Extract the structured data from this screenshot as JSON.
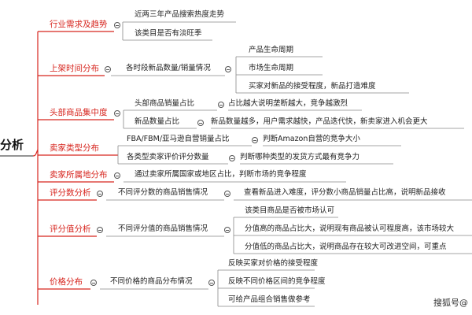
{
  "root": "分析",
  "categories": [
    {
      "key": "c1",
      "label": "行业需求及趋势",
      "leaves": [
        "近两三年产品搜索热度走势",
        "该类目是否有淡旺季"
      ]
    },
    {
      "key": "c2",
      "label": "上架时间分布",
      "sub": "各时段新品数量/销量情况",
      "leaves": [
        "产品生命周期",
        "市场生命周期",
        "买家对新品的接受程度，新品打造难度"
      ]
    },
    {
      "key": "c3",
      "label": "头部商品集中度",
      "rows": [
        {
          "item": "头部商品销量占比",
          "leaf": "占比越大说明垄断越大，竞争越激烈"
        },
        {
          "item": "新品数量占比",
          "leaf": "新品数量越多，用户需求越快，产品迭代快，新卖家进入机会更大"
        }
      ]
    },
    {
      "key": "c4",
      "label": "卖家类型分布",
      "rows": [
        {
          "item": "FBA/FBM/亚马逊自营销量占比",
          "leaf": "判断Amazon自营的竞争大小"
        },
        {
          "item": "各类型卖家评价评分数量",
          "leaf": "判断哪种类型的发货方式最有竞争力"
        }
      ]
    },
    {
      "key": "c5",
      "label": "卖家所属地分布",
      "sub": "通过卖家所属国家或地区占比，判断市场的竞争程度"
    },
    {
      "key": "c6",
      "label": "评分数分析",
      "sub": "不同评分数的商品销售情况",
      "leaves": [
        "查看新品进入难度，评分数小商品销量占比高，说明新品接收"
      ]
    },
    {
      "key": "c7",
      "label": "评分值分析",
      "sub": "不同评分值的商品销售情况",
      "leaves": [
        "该类目商品是否被市场认可",
        "分值高的商品占比大，说明现有商品被认可程度高，该市场较大",
        "分值低的商品占比大，说明商品存在较大可改进空间，可重点"
      ]
    },
    {
      "key": "c8",
      "label": "价格分布",
      "sub": "不同价格的商品分布情况",
      "leaves": [
        "反映买家对价格的接受程度",
        "反映不同价格区间的竞争程度",
        "可给产品组合销售做参考"
      ]
    }
  ],
  "watermark": "搜狐号@",
  "colors": {
    "line": "#d7261f",
    "category": "#d7261f",
    "leaf_line": "#888888"
  }
}
